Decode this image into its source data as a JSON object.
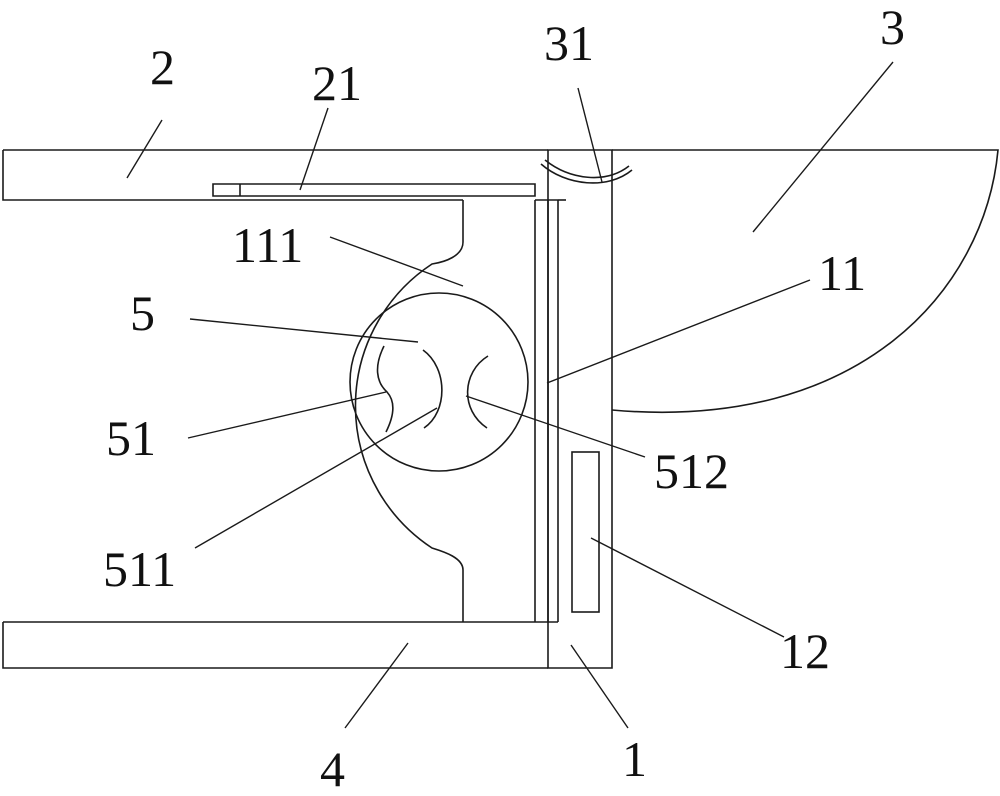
{
  "labels": {
    "l1": "1",
    "l2": "2",
    "l3": "3",
    "l4": "4",
    "l5": "5",
    "l11": "11",
    "l12": "12",
    "l21": "21",
    "l31": "31",
    "l51": "51",
    "l111": "111",
    "l511": "511",
    "l512": "512"
  }
}
